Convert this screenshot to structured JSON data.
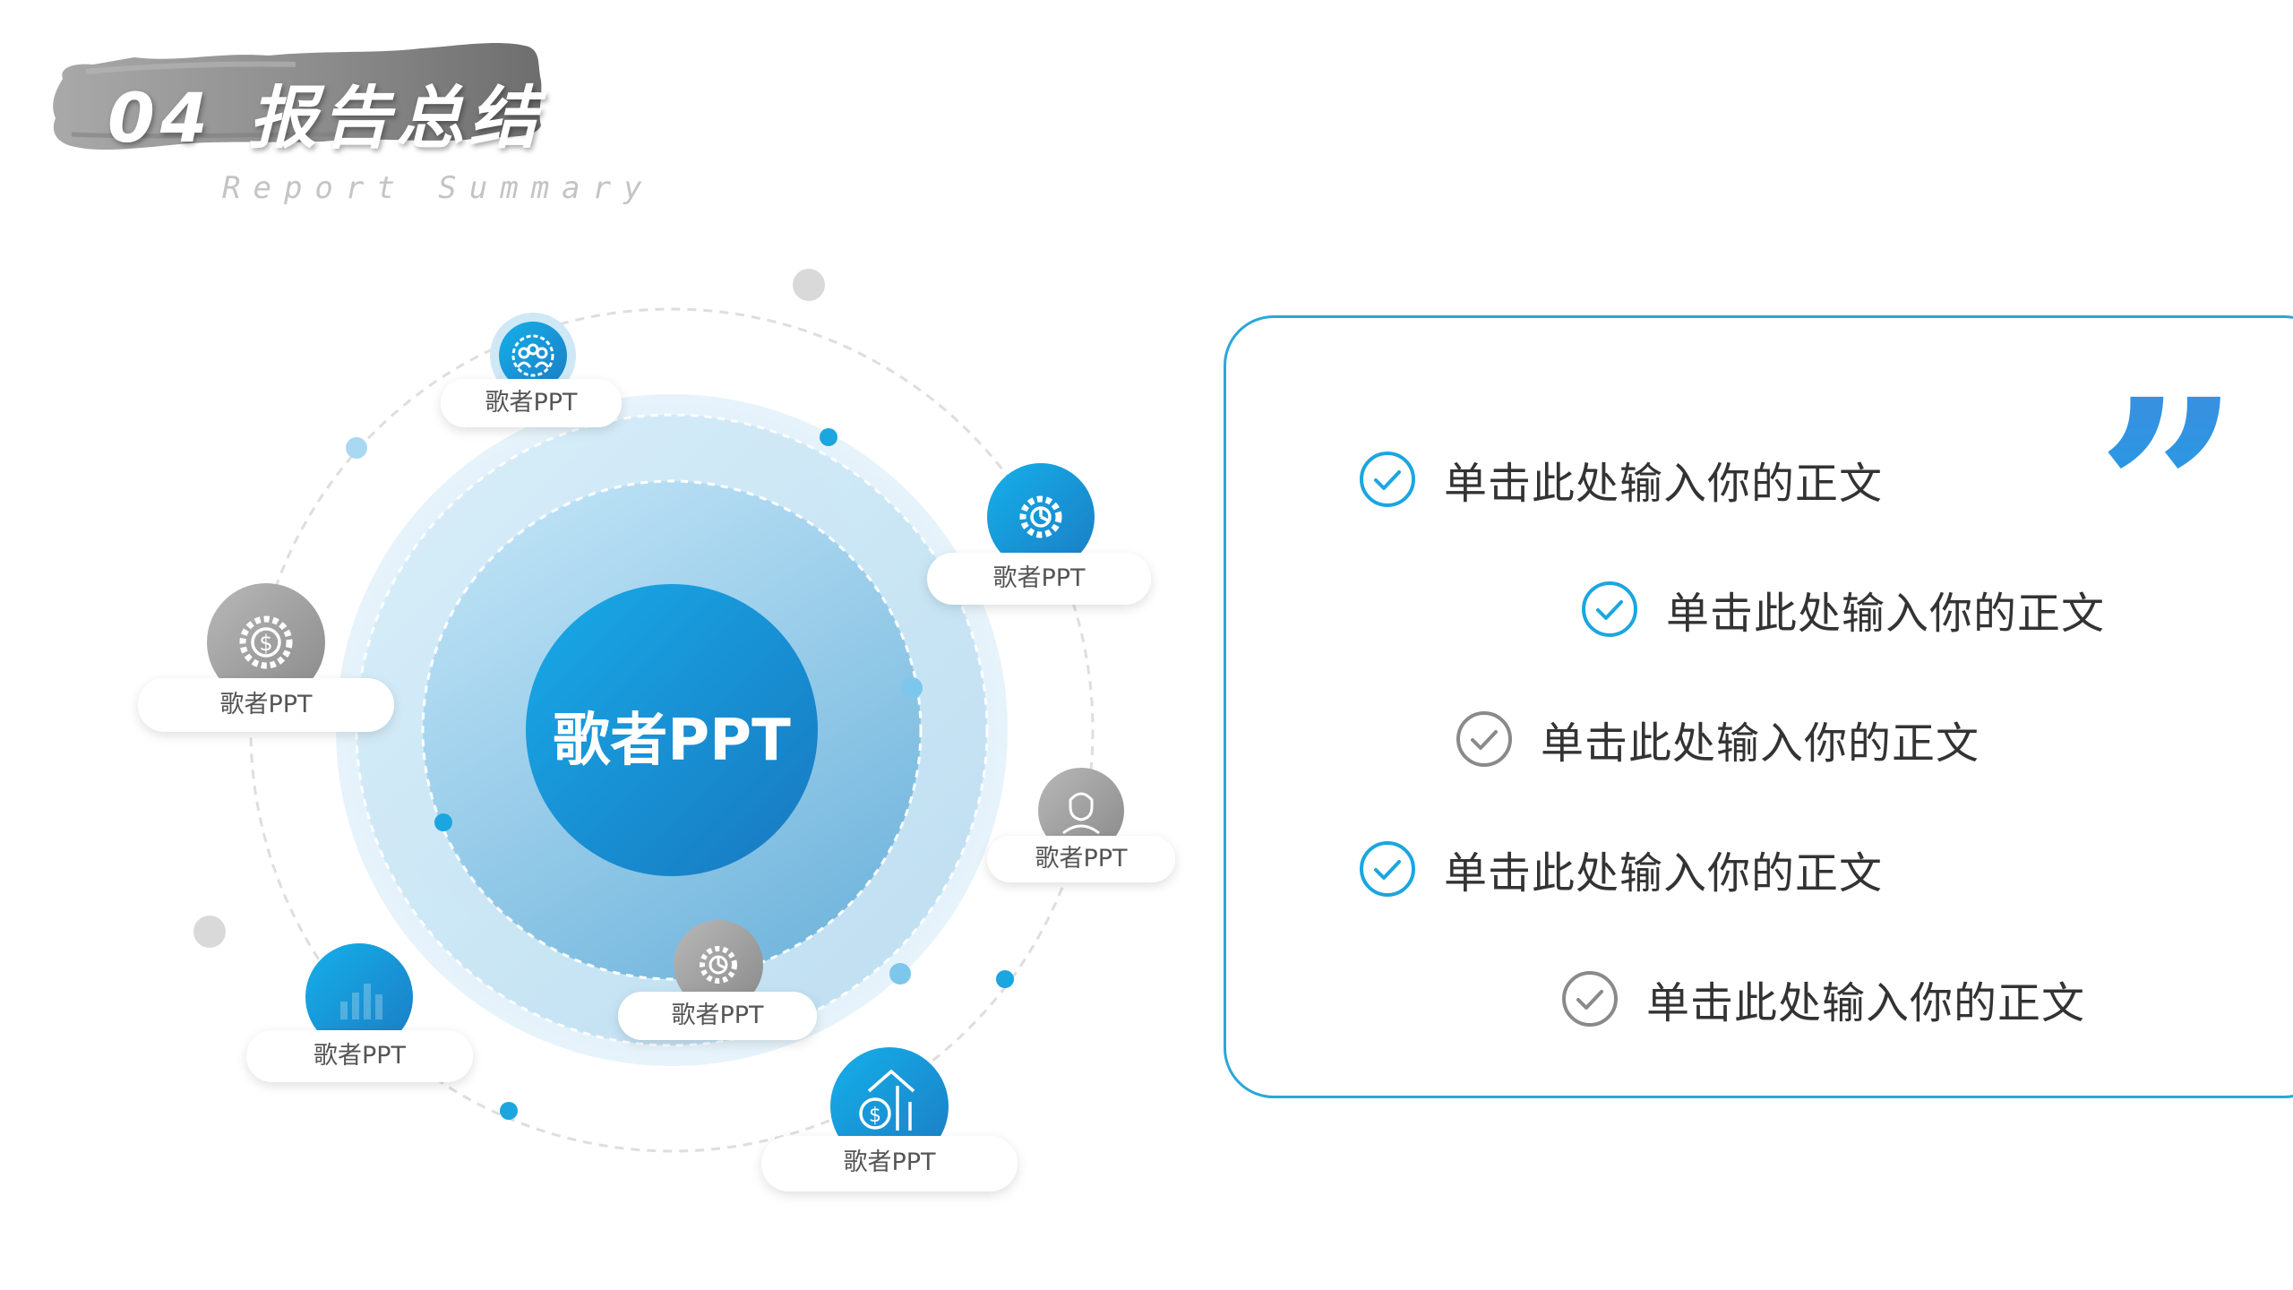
{
  "header": {
    "number": "04",
    "title": "报告总结",
    "subtitle": "Report Summary"
  },
  "diagram": {
    "center_label": "歌者PPT",
    "nodes": [
      {
        "label": "歌者PPT",
        "icon": "team-gear-icon",
        "color": "blue"
      },
      {
        "label": "歌者PPT",
        "icon": "gear-chart-icon",
        "color": "blue"
      },
      {
        "label": "歌者PPT",
        "icon": "dollar-gear-icon",
        "color": "gray"
      },
      {
        "label": "歌者PPT",
        "icon": "person-icon",
        "color": "gray"
      },
      {
        "label": "歌者PPT",
        "icon": "gear-chart-icon",
        "color": "gray"
      },
      {
        "label": "歌者PPT",
        "icon": "bar-chart-icon",
        "color": "blue"
      },
      {
        "label": "歌者PPT",
        "icon": "dollar-growth-icon",
        "color": "blue"
      }
    ]
  },
  "quote_card": {
    "quote_icon": "quote-icon",
    "items": [
      {
        "text": "单击此处输入你的正文",
        "check_color": "#1ba6df"
      },
      {
        "text": "单击此处输入你的正文",
        "check_color": "#1ba6df"
      },
      {
        "text": "单击此处输入你的正文",
        "check_color": "#8a8a8a"
      },
      {
        "text": "单击此处输入你的正文",
        "check_color": "#1ba6df"
      },
      {
        "text": "单击此处输入你的正文",
        "check_color": "#8a8a8a"
      }
    ]
  },
  "colors": {
    "accent_blue": "#1ba6df",
    "accent_gray": "#9a9a9a",
    "card_border": "#2aa7d8"
  }
}
